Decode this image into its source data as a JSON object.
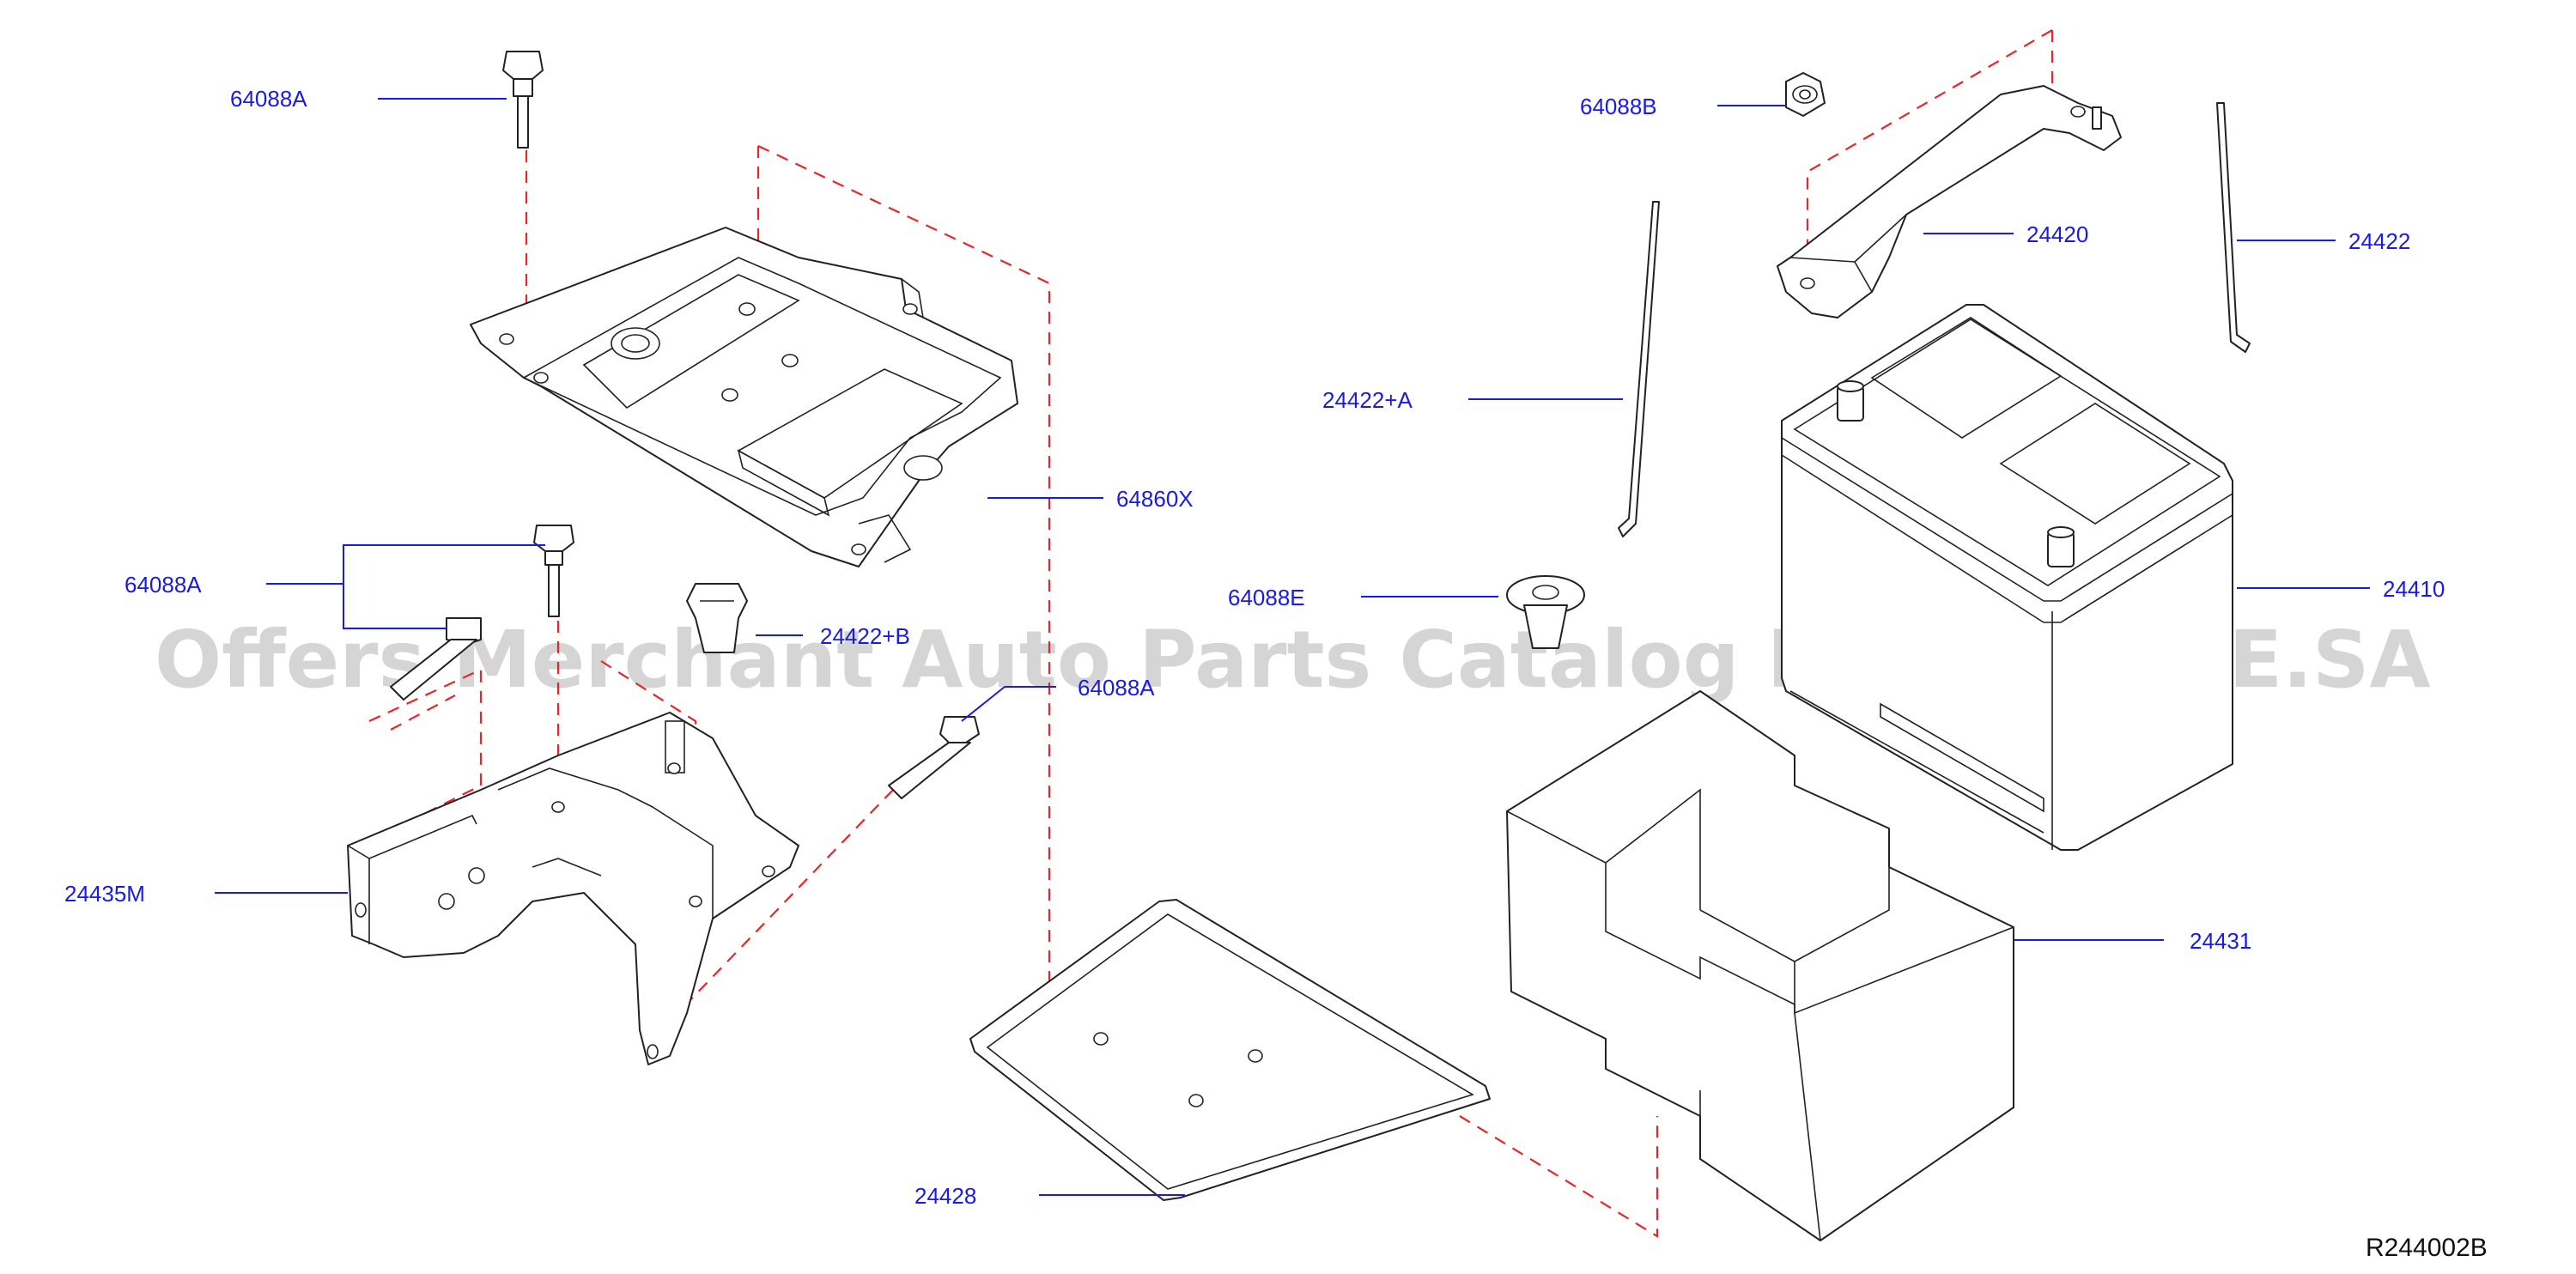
{
  "diagram": {
    "code": "R244002B",
    "watermark": "Offers Merchant Auto Parts Catalog PARTSTORE.SA",
    "callouts": [
      {
        "id": "64088A-top",
        "label": "64088A"
      },
      {
        "id": "64088B",
        "label": "64088B"
      },
      {
        "id": "24420",
        "label": "24420"
      },
      {
        "id": "24422",
        "label": "24422"
      },
      {
        "id": "24422A",
        "label": "24422+A"
      },
      {
        "id": "64860X",
        "label": "64860X"
      },
      {
        "id": "64088A-left",
        "label": "64088A"
      },
      {
        "id": "64088E",
        "label": "64088E"
      },
      {
        "id": "24410",
        "label": "24410"
      },
      {
        "id": "24422B",
        "label": "24422+B"
      },
      {
        "id": "64088A-mid",
        "label": "64088A"
      },
      {
        "id": "24435M",
        "label": "24435M"
      },
      {
        "id": "24431",
        "label": "24431"
      },
      {
        "id": "24428",
        "label": "24428"
      }
    ]
  }
}
